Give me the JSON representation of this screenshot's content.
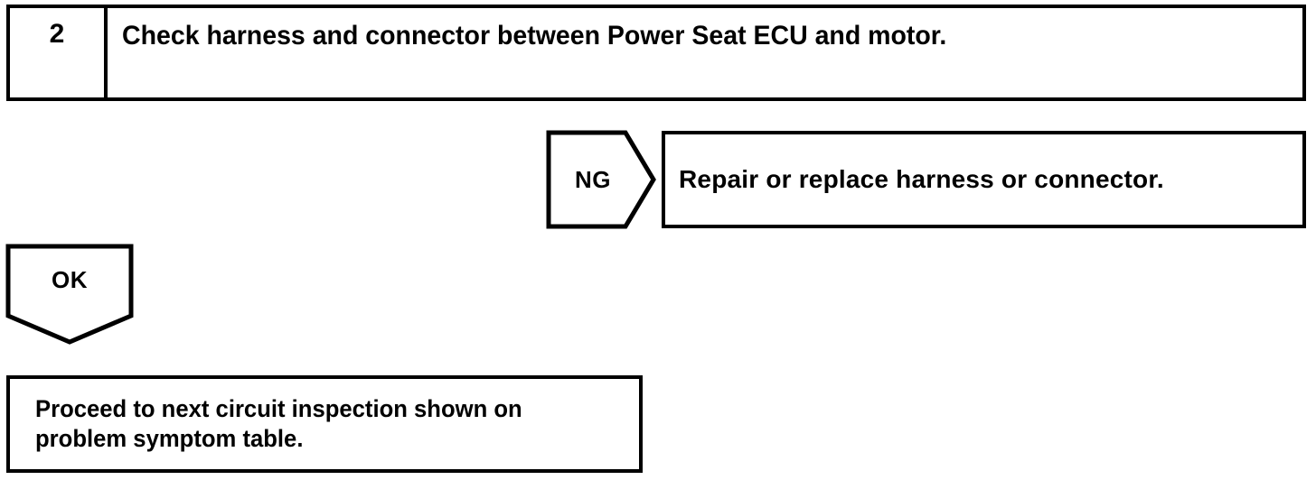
{
  "flowchart": {
    "step": {
      "number": "2",
      "instruction": "Check harness and connector between Power Seat ECU and motor."
    },
    "branches": {
      "ng": {
        "label": "NG",
        "result": "Repair or replace harness or connector."
      },
      "ok": {
        "label": "OK",
        "result_line_1": "Proceed to next circuit inspection shown on",
        "result_line_2": "problem symptom table."
      }
    }
  },
  "colors": {
    "background": "#ffffff",
    "ink": "#000000"
  }
}
